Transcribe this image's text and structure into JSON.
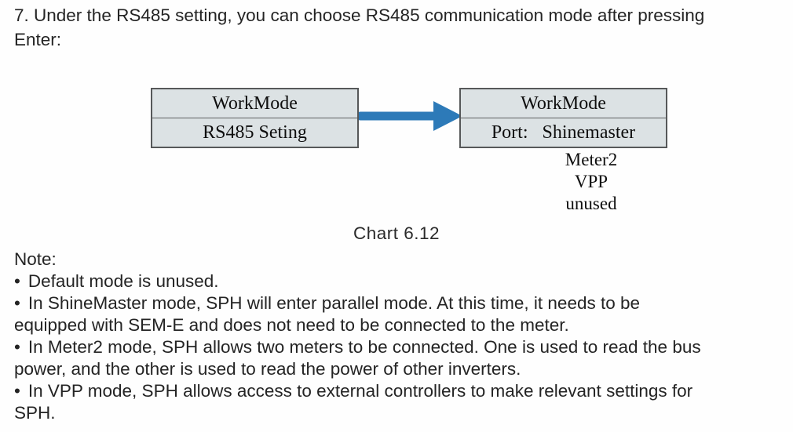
{
  "page": {
    "intro": "7. Under the RS485 setting, you can choose RS485 communication mode after pressing\nEnter:",
    "caption": "Chart 6.12",
    "note_title": "Note:",
    "bullet_char": "•",
    "notes": [
      "Default mode is unused.",
      "In ShineMaster mode, SPH will enter parallel mode. At this time, it needs to be\nequipped with SEM-E and does not need to be connected to the meter.",
      "In Meter2 mode, SPH allows two meters to be connected. One is used to read the bus\npower, and the other is used to read the power of other inverters.",
      "In VPP mode, SPH allows access to external controllers to make relevant settings for\nSPH."
    ]
  },
  "diagram": {
    "left_box": {
      "rows": [
        "WorkMode",
        "RS485 Seting"
      ]
    },
    "right_box": {
      "title": "WorkMode",
      "port_label": "Port:",
      "port_value": "Shinemaster",
      "options": [
        "Meter2",
        "VPP",
        "unused"
      ]
    },
    "arrow_color": "#2d7ab8",
    "box_fill": "#dce2e4",
    "box_border": "#565859"
  }
}
